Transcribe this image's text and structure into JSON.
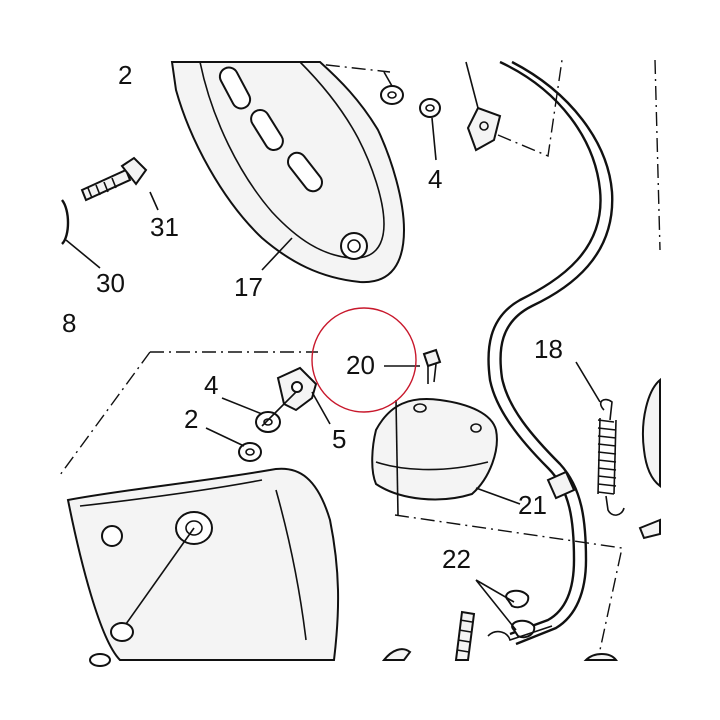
{
  "callouts": {
    "c2_top": "2",
    "c31": "31",
    "c30": "30",
    "c4_top": "4",
    "c17": "17",
    "c8": "8",
    "c20": "20",
    "c18": "18",
    "c4_mid": "4",
    "c2_mid": "2",
    "c5": "5",
    "c21": "21",
    "c22": "22"
  },
  "colors": {
    "line": "#111111",
    "highlight_circle": "#c8182c",
    "background": "#ffffff"
  }
}
